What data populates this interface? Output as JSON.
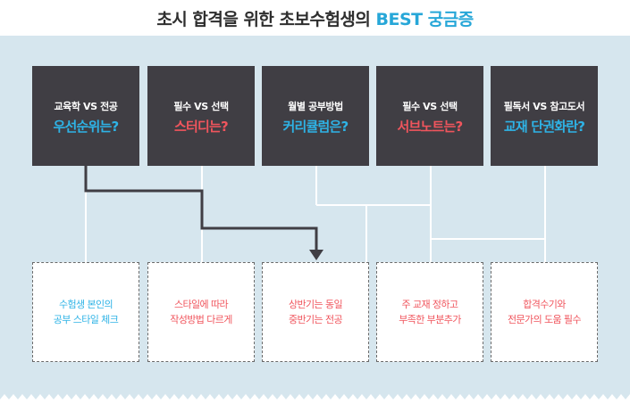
{
  "title": {
    "prefix": "초시 합격을 위한 초보수험생의 ",
    "highlight": "BEST 궁금증"
  },
  "colors": {
    "panel_bg": "#d6e6ee",
    "question_box": "#403e44",
    "blue": "#2eb3e6",
    "red": "#f0555d",
    "connector": "#403e44",
    "grid_line": "#ffffff"
  },
  "questions": [
    {
      "sub": "교육학 VS 전공",
      "main": "우선순위는?",
      "color": "blue"
    },
    {
      "sub": "필수 VS 선택",
      "main": "스터디는?",
      "color": "red"
    },
    {
      "sub": "월별 공부방법",
      "main": "커리큘럼은?",
      "color": "blue"
    },
    {
      "sub": "필수 VS 선택",
      "main": "서브노트는?",
      "color": "red"
    },
    {
      "sub": "필독서 VS 참고도서",
      "main": "교재 단권화란?",
      "color": "blue"
    }
  ],
  "answers": [
    {
      "line1": "수험생 본인의",
      "line2": "공부 스타일 체크",
      "color": "blue"
    },
    {
      "line1": "스타일에 따라",
      "line2": "작성방법 다르게",
      "color": "red"
    },
    {
      "line1": "상반기는 동일",
      "line2": "중반기는 전공",
      "color": "red"
    },
    {
      "line1": "주 교재 정하고",
      "line2": "부족한 부분추가",
      "color": "red"
    },
    {
      "line1": "합격수기와",
      "line2": "전문가의 도움 필수",
      "color": "red"
    }
  ]
}
